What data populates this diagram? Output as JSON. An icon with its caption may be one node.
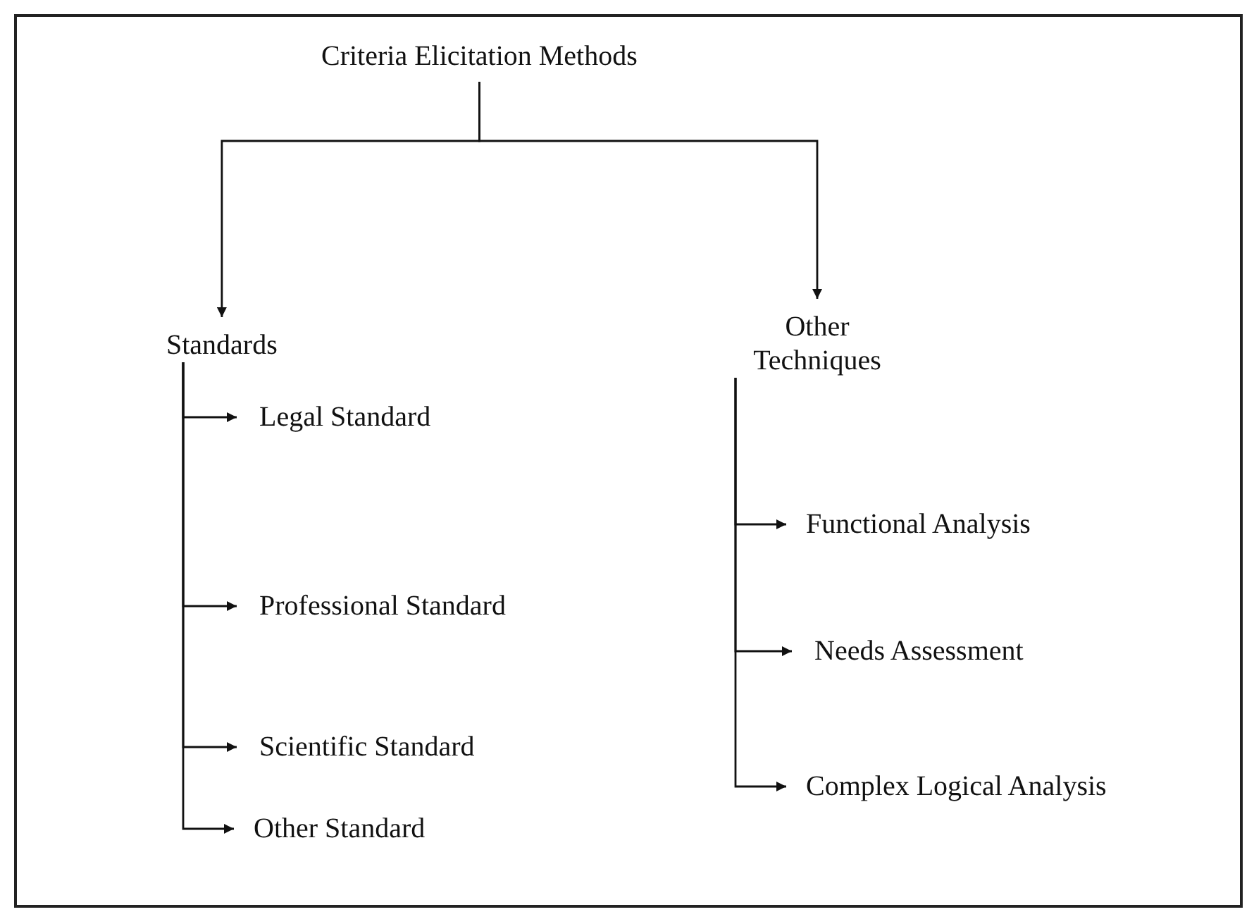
{
  "diagram": {
    "nodes": [
      {
        "text": [
          "Criteria Elicitation Methods"
        ]
      },
      {
        "text": [
          "Standards"
        ]
      },
      {
        "text": [
          "Other Techniques"
        ]
      },
      {
        "text": [
          "Legal Standard"
        ]
      },
      {
        "text": [
          "Professional Standard"
        ]
      },
      {
        "text": [
          "Scientific Standard"
        ]
      },
      {
        "text": [
          "Other Standard"
        ]
      },
      {
        "text": [
          "Functional Analysis"
        ]
      },
      {
        "text": [
          "Needs Assessment"
        ]
      },
      {
        "text": [
          "Complex Logical Analysis"
        ]
      }
    ],
    "edges": [
      {
        "from": 0,
        "to": 1,
        "arrow": "to"
      },
      {
        "from": 0,
        "to": 2,
        "arrow": "to"
      },
      {
        "from": 1,
        "to": 3,
        "arrow": "to"
      },
      {
        "from": 1,
        "to": 4,
        "arrow": "to"
      },
      {
        "from": 1,
        "to": 5,
        "arrow": "to"
      },
      {
        "from": 1,
        "to": 6,
        "arrow": "to"
      },
      {
        "from": 2,
        "to": 7,
        "arrow": "to"
      },
      {
        "from": 2,
        "to": 8,
        "arrow": "to"
      },
      {
        "from": 2,
        "to": 9,
        "arrow": "to"
      }
    ]
  }
}
